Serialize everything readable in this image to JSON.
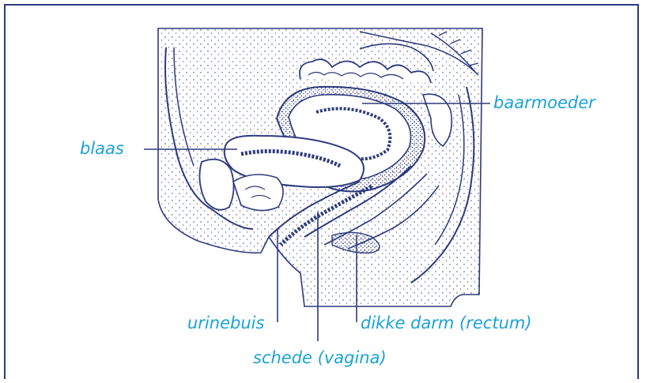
{
  "labels": {
    "baarmoeder": "baarmoeder",
    "blaas": "blaas",
    "urinebuis": "urinebuis",
    "dikke_darm": "dikke darm (rectum)",
    "schede": "schede (vagina)"
  },
  "colors": {
    "line": "#2e3a7d",
    "label": "#1aa3d6",
    "frame": "#2e3a7d"
  }
}
